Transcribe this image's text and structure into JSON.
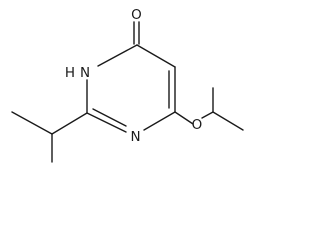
{
  "structure": {
    "atoms": {
      "oxygen_carbonyl": "O",
      "nh": "H",
      "nh_n": "N",
      "ring_n": "N",
      "ether_o": "O"
    }
  }
}
